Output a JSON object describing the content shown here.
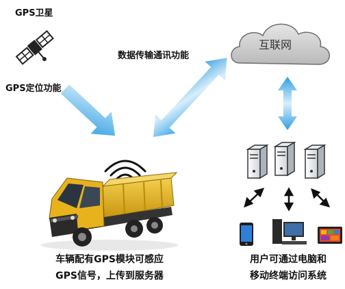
{
  "labels": {
    "gps_satellite": "GPS卫星",
    "gps_positioning": "GPS定位功能",
    "data_transfer": "数据传输通讯功能",
    "internet": "互联网"
  },
  "captions": {
    "truck_line1": "车辆配有GPS模块可感应",
    "truck_line2": "GPS信号，上传到服务器",
    "users_line1": "用户可通过电脑和",
    "users_line2": "移动终端访问系统"
  },
  "colors": {
    "arrow_blue": "#3aa6e6",
    "truck_yellow": "#e8b21c",
    "cloud_gray": "#c9c9c9"
  },
  "icons": [
    "satellite-icon",
    "signal-icon",
    "truck-icon",
    "cloud-icon",
    "server-icon",
    "phone-icon",
    "desktop-icon",
    "tablet-icon"
  ]
}
